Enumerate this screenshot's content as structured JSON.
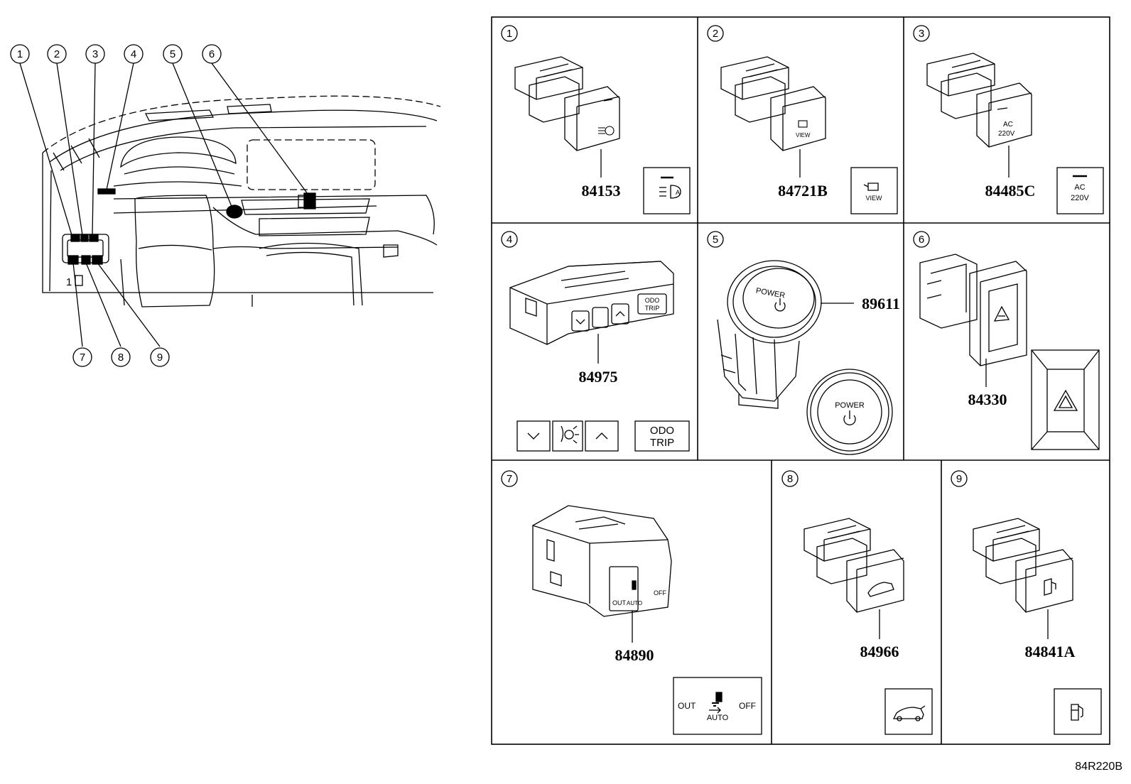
{
  "callouts": [
    "1",
    "2",
    "3",
    "4",
    "5",
    "6",
    "7",
    "8",
    "9"
  ],
  "parts": [
    {
      "id": "1",
      "part_number": "84153",
      "symbol": "headlight-leveling-icon"
    },
    {
      "id": "2",
      "part_number": "84721B",
      "symbol": "camera-view-icon",
      "label": "VIEW"
    },
    {
      "id": "3",
      "part_number": "84485C",
      "symbol": "ac-outlet-icon",
      "label_line1": "AC",
      "label_line2": "220V"
    },
    {
      "id": "4",
      "part_number": "84975",
      "symbol": "odo-trip-icon",
      "label_line1": "ODO",
      "label_line2": "TRIP"
    },
    {
      "id": "5",
      "part_number": "89611",
      "symbol": "power-icon",
      "label": "POWER"
    },
    {
      "id": "6",
      "part_number": "84330",
      "symbol": "hazard-icon"
    },
    {
      "id": "7",
      "part_number": "84890",
      "symbol": "step-icon",
      "label_out": "OUT",
      "label_auto": "AUTO",
      "label_off": "OFF"
    },
    {
      "id": "8",
      "part_number": "84966",
      "symbol": "back-door-icon"
    },
    {
      "id": "9",
      "part_number": "84841A",
      "symbol": "fuel-lid-icon"
    }
  ],
  "footer": {
    "ref_code": "84R220B"
  }
}
